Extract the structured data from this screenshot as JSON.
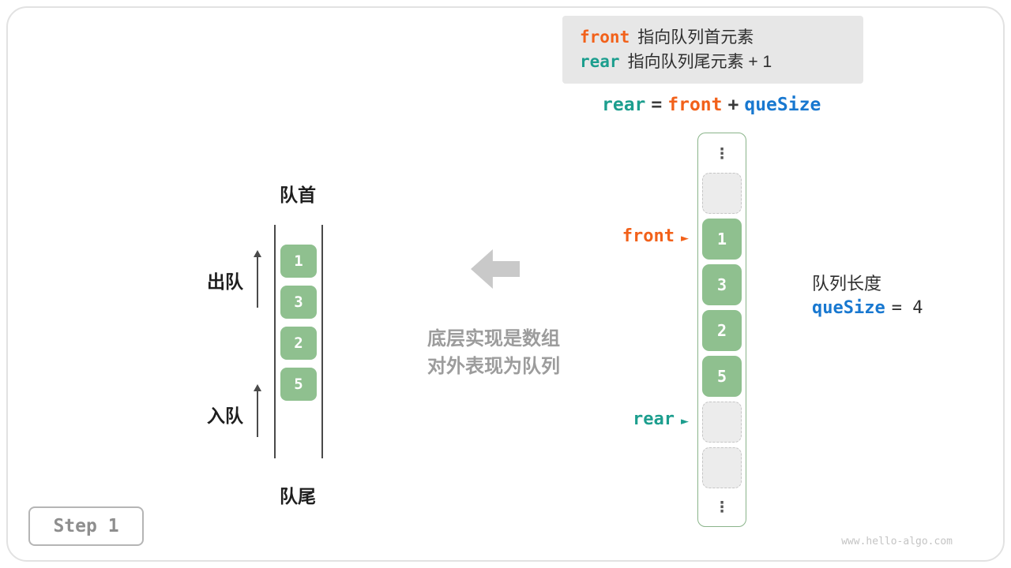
{
  "colors": {
    "front_accent": "#f2611a",
    "rear_accent": "#1c9e8e",
    "quesize_accent": "#1878d0",
    "cell_green": "#8fc08f",
    "arrow_gray": "#c9c9c9"
  },
  "legend": {
    "front_keyword": "front",
    "front_text": "指向队列首元素",
    "rear_keyword": "rear",
    "rear_text": "指向队列尾元素 + 1"
  },
  "formula": {
    "rear": "rear",
    "equals": "=",
    "front": "front",
    "plus": "+",
    "quesize": "queSize"
  },
  "queue": {
    "head_label": "队首",
    "tail_label": "队尾",
    "dequeue_label": "出队",
    "enqueue_label": "入队",
    "values": [
      "1",
      "3",
      "2",
      "5"
    ]
  },
  "center": {
    "caption_line1": "底层实现是数组",
    "caption_line2": "对外表现为队列"
  },
  "array": {
    "ellipsis": "⋮",
    "values": [
      "1",
      "3",
      "2",
      "5"
    ],
    "front_pointer": "front",
    "rear_pointer": "rear",
    "pointer_arrow": "►"
  },
  "info": {
    "length_label": "队列长度",
    "quesize_keyword": "queSize",
    "equals_value": "= 4"
  },
  "step_label": "Step 1",
  "watermark": "www.hello-algo.com"
}
